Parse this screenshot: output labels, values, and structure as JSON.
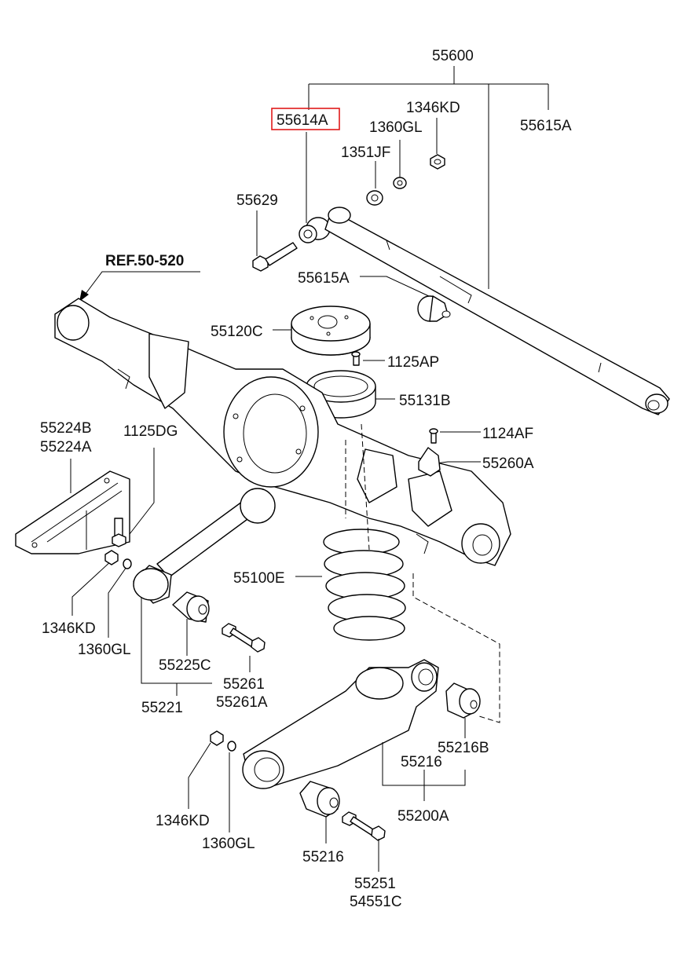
{
  "parts": {
    "p55600": "55600",
    "p55614A": "55614A",
    "p1346KD_top": "1346KD",
    "p55615A_top": "55615A",
    "p1360GL_top": "1360GL",
    "p1351JF": "1351JF",
    "p55629": "55629",
    "ref": "REF.50-520",
    "p55615A_mid": "55615A",
    "p55120C": "55120C",
    "p1125AP": "1125AP",
    "p55131B": "55131B",
    "p55224B": "55224B",
    "p55224A": "55224A",
    "p1125DG": "1125DG",
    "p1124AF": "1124AF",
    "p55260A": "55260A",
    "p55100E": "55100E",
    "p1346KD_left": "1346KD",
    "p1360GL_left": "1360GL",
    "p55225C": "55225C",
    "p55261": "55261",
    "p55261A": "55261A",
    "p55221": "55221",
    "p55216B": "55216B",
    "p55216_right": "55216",
    "p55200A": "55200A",
    "p1346KD_bottom": "1346KD",
    "p1360GL_bottom": "1360GL",
    "p55216_bottom": "55216",
    "p55251": "55251",
    "p54551C": "54551C"
  },
  "highlight": {
    "part": "55614A",
    "color": "#e01b1b"
  }
}
